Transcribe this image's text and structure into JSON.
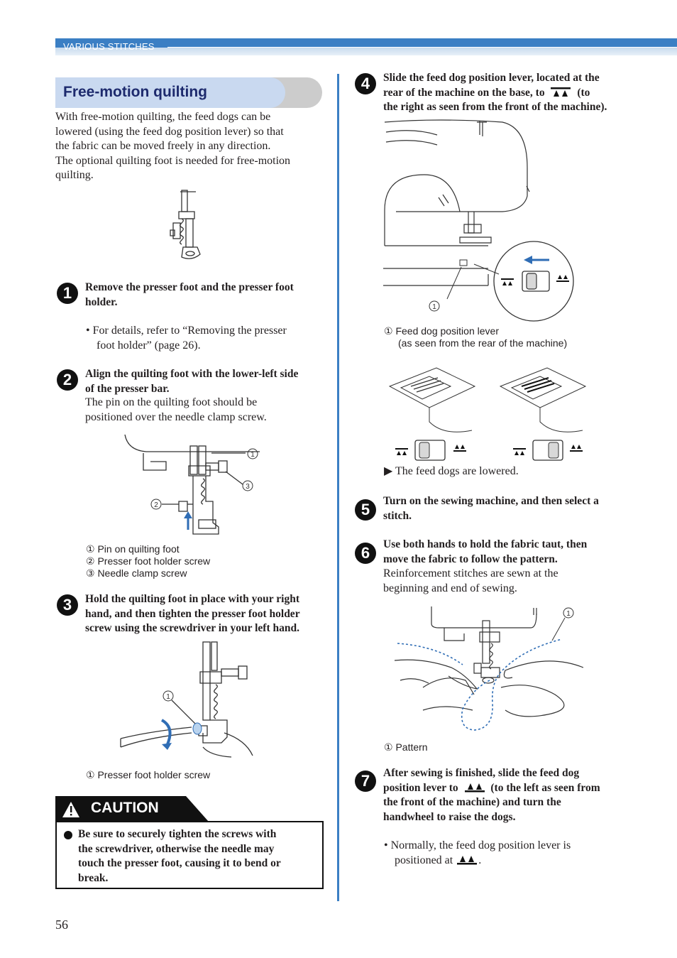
{
  "header": {
    "label": "VARIOUS STITCHES"
  },
  "section": {
    "title": "Free-motion quilting"
  },
  "intro": {
    "lines": [
      "With free-motion quilting, the feed dogs can be",
      "lowered (using the feed dog position lever) so that",
      "the fabric can be moved freely in any direction.",
      "The optional quilting foot is needed for free-motion",
      "quilting."
    ]
  },
  "steps": [
    {
      "num": "1",
      "title_lines": [
        "Remove the presser foot and the presser foot",
        "holder."
      ],
      "bullet_lines": [
        "• For details, refer to “Removing the presser",
        "foot holder” (page 26)."
      ]
    },
    {
      "num": "2",
      "title_lines": [
        "Align the quilting foot with the lower-left side",
        "of the presser bar."
      ],
      "body_lines": [
        "The pin on the quilting foot should be",
        "positioned over the needle clamp screw."
      ],
      "captions": [
        "① Pin on quilting foot",
        "② Presser foot holder screw",
        "③ Needle clamp screw"
      ]
    },
    {
      "num": "3",
      "title_lines": [
        "Hold the quilting foot in place with your right",
        "hand, and then tighten the presser foot holder",
        "screw using the screwdriver in your left hand."
      ],
      "captions": [
        "① Presser foot holder screw"
      ]
    },
    {
      "num": "4",
      "title_lines": [
        "Slide the feed dog position lever, located at the",
        "rear of the machine on the base, to",
        "the right as seen from the front of the machine)."
      ],
      "title_suffix": "(to",
      "captions": [
        "① Feed dog position lever",
        "(as seen from the rear of the machine)"
      ],
      "result": "▶ The feed dogs are lowered."
    },
    {
      "num": "5",
      "title_lines": [
        "Turn on the sewing machine, and then select a",
        "stitch."
      ]
    },
    {
      "num": "6",
      "title_lines": [
        "Use both hands to hold the fabric taut, then",
        "move the fabric to follow the pattern."
      ],
      "body_lines": [
        "Reinforcement stitches are sewn at the",
        "beginning and end of sewing."
      ],
      "captions": [
        "① Pattern"
      ]
    },
    {
      "num": "7",
      "title_lines": [
        "After sewing is finished, slide the feed dog",
        "position lever to",
        "the front of the machine) and turn the",
        "handwheel to raise the dogs."
      ],
      "title_suffix": "(to the left as seen from",
      "bullet_lines": [
        "• Normally, the feed dog position lever is",
        "positioned at"
      ],
      "bullet_suffix": "."
    }
  ],
  "labels": {
    "one": "①",
    "two": "②",
    "three": "③"
  },
  "caution": {
    "heading": "CAUTION",
    "lines": [
      "Be sure to securely tighten the screws with",
      "the screwdriver, otherwise the needle may",
      "touch the presser foot, causing it to bend or",
      "break."
    ]
  },
  "page_number": "56",
  "colors": {
    "accent": "#3b7fc4",
    "title_bg": "#c9d9f0",
    "title_text": "#1d2a6d",
    "arrow": "#2f6db5"
  },
  "icons": [
    "feed-dog-lowered-icon",
    "feed-dog-raised-icon",
    "warning-triangle-icon",
    "step-number-badge"
  ]
}
